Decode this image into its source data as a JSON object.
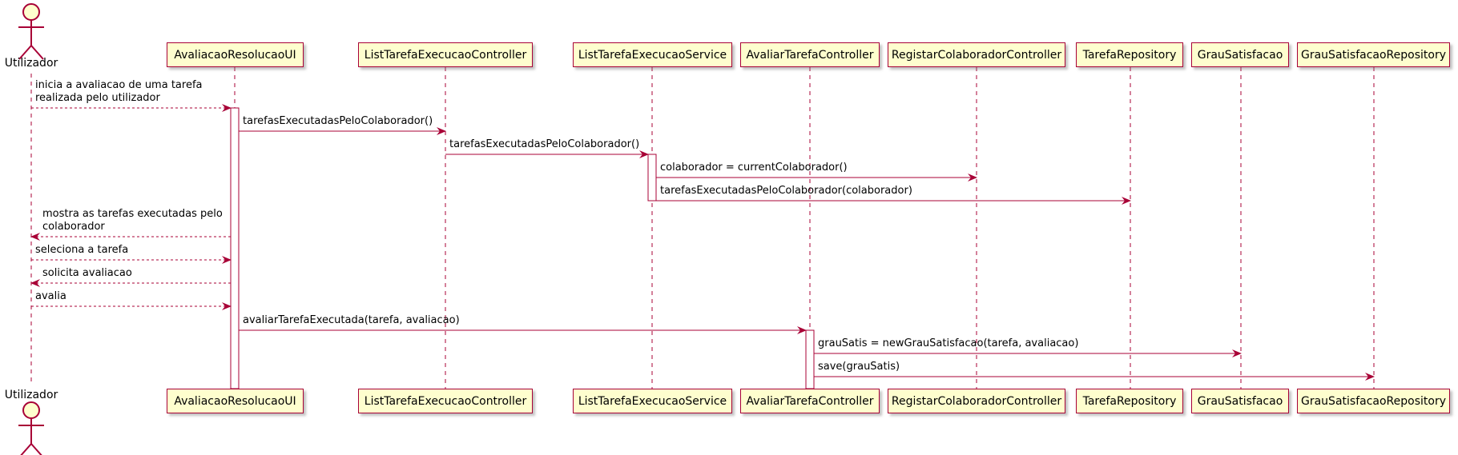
{
  "participants": [
    {
      "id": "utilizador",
      "label": "Utilizador",
      "kind": "actor"
    },
    {
      "id": "ui",
      "label": "AvaliacaoResolucaoUI",
      "kind": "box"
    },
    {
      "id": "ltec",
      "label": "ListTarefaExecucaoController",
      "kind": "box"
    },
    {
      "id": "ltes",
      "label": "ListTarefaExecucaoService",
      "kind": "box"
    },
    {
      "id": "atc",
      "label": "AvaliarTarefaController",
      "kind": "box"
    },
    {
      "id": "rcc",
      "label": "RegistarColaboradorController",
      "kind": "box"
    },
    {
      "id": "tr",
      "label": "TarefaRepository",
      "kind": "box"
    },
    {
      "id": "gs",
      "label": "GrauSatisfacao",
      "kind": "box"
    },
    {
      "id": "gsr",
      "label": "GrauSatisfacaoRepository",
      "kind": "box"
    }
  ],
  "messages": [
    {
      "from": "utilizador",
      "to": "ui",
      "style": "dashed",
      "lines": [
        "inicia a avaliacao de uma tarefa",
        "realizada pelo utilizador"
      ]
    },
    {
      "from": "ui",
      "to": "ltec",
      "style": "solid",
      "lines": [
        "tarefasExecutadasPeloColaborador()"
      ]
    },
    {
      "from": "ltec",
      "to": "ltes",
      "style": "solid",
      "lines": [
        "tarefasExecutadasPeloColaborador()"
      ]
    },
    {
      "from": "ltes",
      "to": "rcc",
      "style": "solid",
      "lines": [
        "colaborador = currentColaborador()"
      ]
    },
    {
      "from": "ltes",
      "to": "tr",
      "style": "solid",
      "lines": [
        "tarefasExecutadasPeloColaborador(colaborador)"
      ]
    },
    {
      "from": "ui",
      "to": "utilizador",
      "style": "dashed",
      "lines": [
        "mostra as tarefas executadas pelo",
        "colaborador"
      ]
    },
    {
      "from": "utilizador",
      "to": "ui",
      "style": "dashed",
      "lines": [
        "seleciona a tarefa"
      ]
    },
    {
      "from": "ui",
      "to": "utilizador",
      "style": "dashed",
      "lines": [
        "solicita avaliacao"
      ]
    },
    {
      "from": "utilizador",
      "to": "ui",
      "style": "dashed",
      "lines": [
        "avalia"
      ]
    },
    {
      "from": "ui",
      "to": "atc",
      "style": "solid",
      "lines": [
        "avaliarTarefaExecutada(tarefa, avaliacao)"
      ]
    },
    {
      "from": "atc",
      "to": "gs",
      "style": "solid",
      "lines": [
        "grauSatis = newGrauSatisfacao(tarefa, avaliacao)"
      ]
    },
    {
      "from": "atc",
      "to": "gsr",
      "style": "solid",
      "lines": [
        "save(grauSatis)"
      ]
    }
  ],
  "colors": {
    "stroke": "#a80036",
    "box_fill": "#fefece",
    "text": "#000000"
  }
}
